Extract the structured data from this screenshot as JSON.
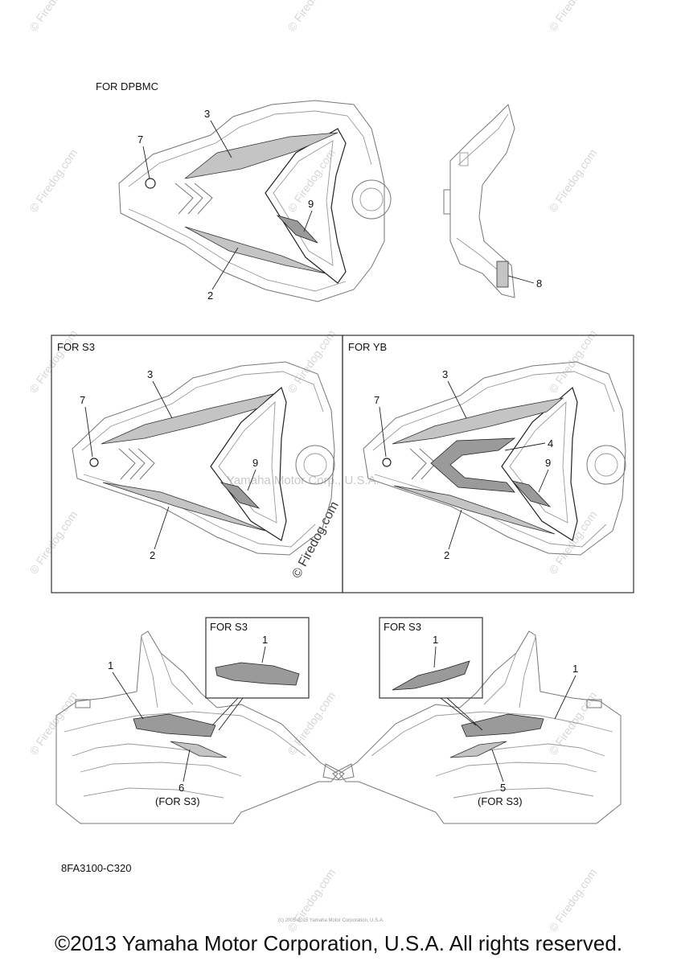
{
  "labels": {
    "section_top": "FOR DPBMC",
    "panel_left": "FOR S3",
    "panel_right": "FOR YB",
    "inset_left": "FOR S3",
    "inset_right": "FOR S3",
    "for_s3_a": "(FOR S3)",
    "for_s3_b": "(FOR S3)",
    "diagram_code": "8FA3100-C320"
  },
  "callouts": {
    "top_3": "3",
    "top_7": "7",
    "top_9": "9",
    "top_2": "2",
    "top_8": "8",
    "s3_3": "3",
    "s3_7": "7",
    "s3_9": "9",
    "s3_2": "2",
    "yb_3": "3",
    "yb_7": "7",
    "yb_4": "4",
    "yb_9": "9",
    "yb_2": "2",
    "bl_1": "1",
    "bl_inset_1": "1",
    "bl_6": "6",
    "br_1": "1",
    "br_inset_1": "1",
    "br_5": "5"
  },
  "watermarks": {
    "site": "© Firedog.com",
    "center": "Yamaha Motor Corp., U.S.A.",
    "fine_print": "(c) 2005-2015 Yamaha Motor Corporation, U.S.A."
  },
  "footer": {
    "copyright": "©2013 Yamaha Motor Corporation, U.S.A. All rights reserved."
  }
}
